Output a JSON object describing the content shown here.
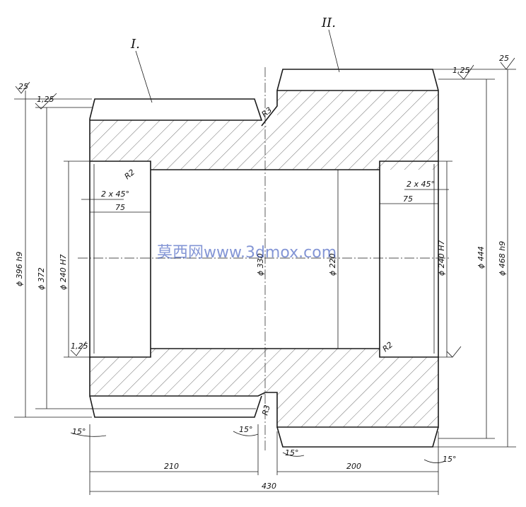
{
  "views": {
    "left": "I.",
    "right": "II."
  },
  "dimensions": {
    "d396": "ϕ 396 h9",
    "d372": "ϕ 372",
    "d240_left": "ϕ 240 H7",
    "d330": "ϕ 330",
    "d220": "ϕ 220",
    "d240_right": "ϕ 240 H7",
    "d444": "ϕ 444",
    "d468": "ϕ 468 h9",
    "len210": "210",
    "len200": "200",
    "len430": "430",
    "bore_left": "75",
    "bore_right": "75"
  },
  "chamfers": {
    "left": "2 x 45°",
    "right": "2 x 45°",
    "angle_a": "15°",
    "angle_b": "15°",
    "angle_c": "15°",
    "angle_d": "15°"
  },
  "radii": {
    "r2_top": "R2",
    "r2_bottom": "R2",
    "r3_top": "R3",
    "r3_bottom": "R3"
  },
  "surface": {
    "s25_left": "25",
    "s125_left": "1,25",
    "s125_top": "1,25",
    "s25_right": "25",
    "s125_bore": "1,25"
  },
  "watermark": "莫西网www.3dmox.com",
  "colors": {
    "line": "#1a1a1a",
    "watermark": "#1f3fb4"
  }
}
